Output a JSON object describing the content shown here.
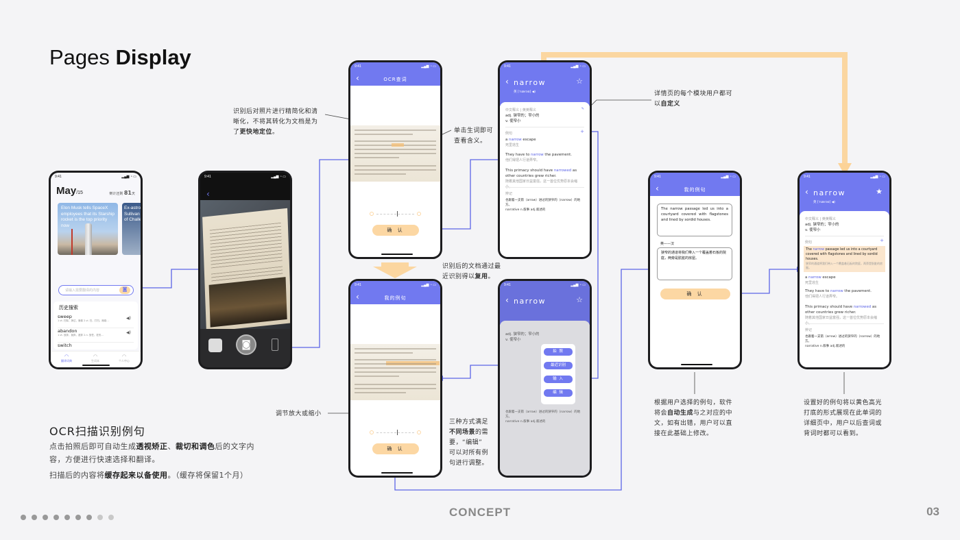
{
  "page": {
    "title_light": "Pages",
    "title_bold": "Display",
    "footer_center": "CONCEPT",
    "page_number": "03",
    "dots_total": 9,
    "dots_active": 7
  },
  "intro": {
    "heading": "OCR扫描识别例句",
    "line1_pre": "点击拍照后即可自动生成",
    "line1_b1": "透视矫正",
    "line1_sep1": "、",
    "line1_b2": "裁切和调色",
    "line1_post": "后的文字内",
    "line2": "容，方便进行快速选择和翻译。",
    "line3_pre": "扫描后的内容将",
    "line3_b": "缓存起来以备使用",
    "line3_post": "。（缓存将保留1个月）"
  },
  "notes": {
    "n1_a": "识别后对照片进行精简化和清",
    "n1_b": "晰化，不将其转化为文档是为",
    "n1_c_pre": "了",
    "n1_c_b": "更快地定位",
    "n1_c_post": "。",
    "n2_a": "单击生词即可",
    "n2_b": "查看含义。",
    "n3_a": "识别后的文档通过最",
    "n3_b_pre": "近识别得以",
    "n3_b_b": "复用",
    "n3_b_post": "。",
    "n4_a": "详情页的每个模块用户都可",
    "n4_b_pre": "以",
    "n4_b_b": "自定义",
    "n5": "调节放大或缩小",
    "n6_a_pre": "三种方式满足",
    "n6_b_b": "不同场景",
    "n6_b_post": "的需",
    "n6_c": "要，“编辑”",
    "n6_d": "可以对所有例",
    "n6_e": "句进行调整。",
    "n7_a": "根据用户选择的例句，软件",
    "n7_b_pre": "将会",
    "n7_b_b": "自动生成",
    "n7_b_post": "与之对应的中",
    "n7_c": "文，如有出错，用户可以直",
    "n7_d": "接在此基础上修改。",
    "n8_a": "设置好的例句将以黄色高光",
    "n8_b": "打底的形式展现在此单词的",
    "n8_c": "详细页中，用户以后查词或",
    "n8_d": "背词时都可以看到。"
  },
  "phone_home": {
    "time": "9:41",
    "month": "May",
    "day": "/15",
    "countdown_label": "倒计还剩",
    "countdown_value": "81",
    "countdown_unit": "天",
    "news1": "Elon Musk tells SpaceX employees that its Starship rocket is the top priority now",
    "news2": "Ex-astro Sullivan point of Challen",
    "search_placeholder": "请输入需要翻译的内容",
    "history_title": "历史搜索",
    "history": [
      {
        "word": "sweep",
        "def": "1.vt. 扫除，掠过，席卷  2.vi. 扫，打扫，席卷…"
      },
      {
        "word": "abandon",
        "def": "1.vt. 放弃，抛弃，遗弃  2.n. 放任，狂热…"
      },
      {
        "word": "switch",
        "def": ""
      }
    ],
    "tabs": [
      "翻译词典",
      "生词本",
      "个人中心"
    ]
  },
  "phone_camera": {
    "time": "9:41"
  },
  "phone_ocr": {
    "time": "9:41",
    "title": "OCR查词",
    "confirm": "确 认"
  },
  "phone_mysent": {
    "time": "9:41",
    "title": "我的例句",
    "confirm": "确 认"
  },
  "phone_narrow": {
    "time": "9:41",
    "word": "narrow",
    "phonetic": "英 [ˈnærəʊ]",
    "meaning_label": "中文释义 | 英英释义",
    "meaning1": "adj. 狭窄的；窄小的",
    "meaning2": "v. 使窄小",
    "example_label": "例句",
    "ex1_pre": "a ",
    "ex1_word": "narrow",
    "ex1_post": " escape",
    "ex1_cn": "死里逃生",
    "ex2_pre": "They have to ",
    "ex2_word": "narrow",
    "ex2_post": " the pavement.",
    "ex2_cn": "他们得把人行道弄窄。",
    "ex3_pre": "This primacy should have ",
    "ex3_word": "narrowed",
    "ex3_post": " as other countries grew richer.",
    "ex3_cn": "随着其他国家日益富强，这一首位优势原本会缩小。",
    "note_label": "辨记",
    "note1": "也跟着一支箭（arrow）进过的狭窄的（narrow）的地方。",
    "note2": "narrative n.叙事 adj.叙述的"
  },
  "phone_popup": {
    "time": "9:41",
    "word": "narrow",
    "menu": [
      "拍 照",
      "最近识别",
      "输 入",
      "编 辑"
    ]
  },
  "phone_edit": {
    "time": "9:41",
    "title": "我的例句",
    "en": "The narrow passage led us into a courtyard covered with flagstones and lined by sordid houses.",
    "lang": "英——汉",
    "cn": "狭窄的通道将我们带入一个覆盖着石板的院庭，两旁是肮脏的房屋。",
    "confirm": "确 认"
  },
  "phone_final": {
    "time": "9:41",
    "word": "narrow",
    "phonetic": "英 [ˈnærəʊ]",
    "meaning1": "adj. 狭窄的；窄小的",
    "meaning2": "v. 使窄小",
    "example_label": "例句",
    "hl_pre": "The ",
    "hl_word": "narrow",
    "hl_post": " passage led us into a courtyard covered with flagstones and lined by sordid houses.",
    "hl_cn": "狭窄的通道将我们带入一个覆盖着石板的院庭，两旁是肮脏的房屋。"
  },
  "colors": {
    "accent": "#7179f0",
    "highlight": "#fcd7a3",
    "arrow": "#fcd397"
  }
}
